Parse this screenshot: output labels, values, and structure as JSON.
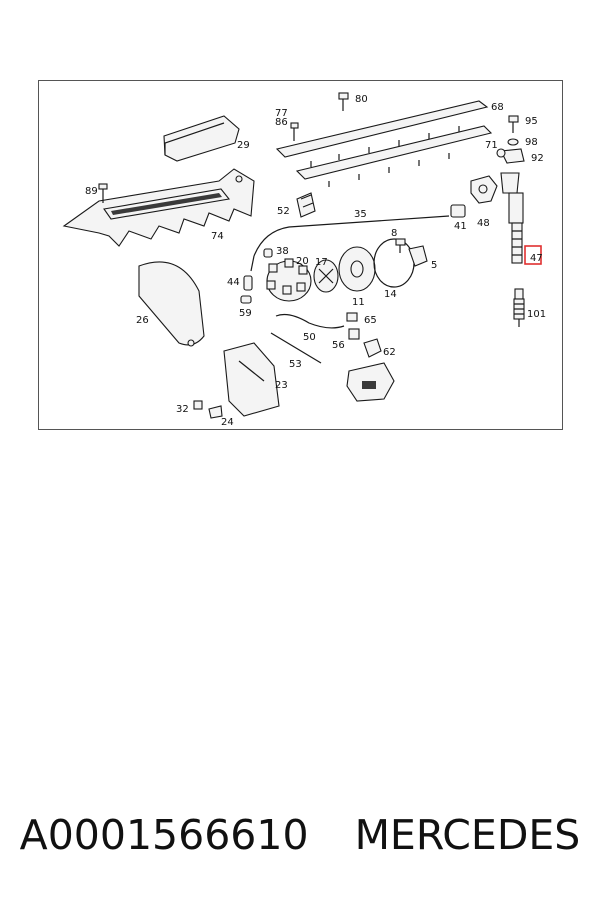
{
  "diagram": {
    "parts": [
      {
        "id": "p80",
        "label": "80"
      },
      {
        "id": "p77",
        "label": "77"
      },
      {
        "id": "p86",
        "label": "86"
      },
      {
        "id": "p68",
        "label": "68"
      },
      {
        "id": "p95",
        "label": "95"
      },
      {
        "id": "p98",
        "label": "98"
      },
      {
        "id": "p71",
        "label": "71"
      },
      {
        "id": "p92",
        "label": "92"
      },
      {
        "id": "p29",
        "label": "29"
      },
      {
        "id": "p89",
        "label": "89"
      },
      {
        "id": "p74",
        "label": "74"
      },
      {
        "id": "p52",
        "label": "52"
      },
      {
        "id": "p35",
        "label": "35"
      },
      {
        "id": "p41",
        "label": "41"
      },
      {
        "id": "p48",
        "label": "48"
      },
      {
        "id": "p47",
        "label": "47"
      },
      {
        "id": "p38",
        "label": "38"
      },
      {
        "id": "p20",
        "label": "20"
      },
      {
        "id": "p17",
        "label": "17"
      },
      {
        "id": "p8",
        "label": "8"
      },
      {
        "id": "p5",
        "label": "5"
      },
      {
        "id": "p44",
        "label": "44"
      },
      {
        "id": "p11",
        "label": "11"
      },
      {
        "id": "p14",
        "label": "14"
      },
      {
        "id": "p26",
        "label": "26"
      },
      {
        "id": "p59",
        "label": "59"
      },
      {
        "id": "p65",
        "label": "65"
      },
      {
        "id": "p101",
        "label": "101"
      },
      {
        "id": "p50",
        "label": "50"
      },
      {
        "id": "p56",
        "label": "56"
      },
      {
        "id": "p62",
        "label": "62"
      },
      {
        "id": "p53",
        "label": "53"
      },
      {
        "id": "p23",
        "label": "23"
      },
      {
        "id": "p32",
        "label": "32"
      },
      {
        "id": "p24",
        "label": "24"
      }
    ],
    "highlighted_part": "47",
    "highlight_color": "#e03030"
  },
  "footer": {
    "part_number": "A0001566610",
    "brand": "MERCEDES"
  }
}
